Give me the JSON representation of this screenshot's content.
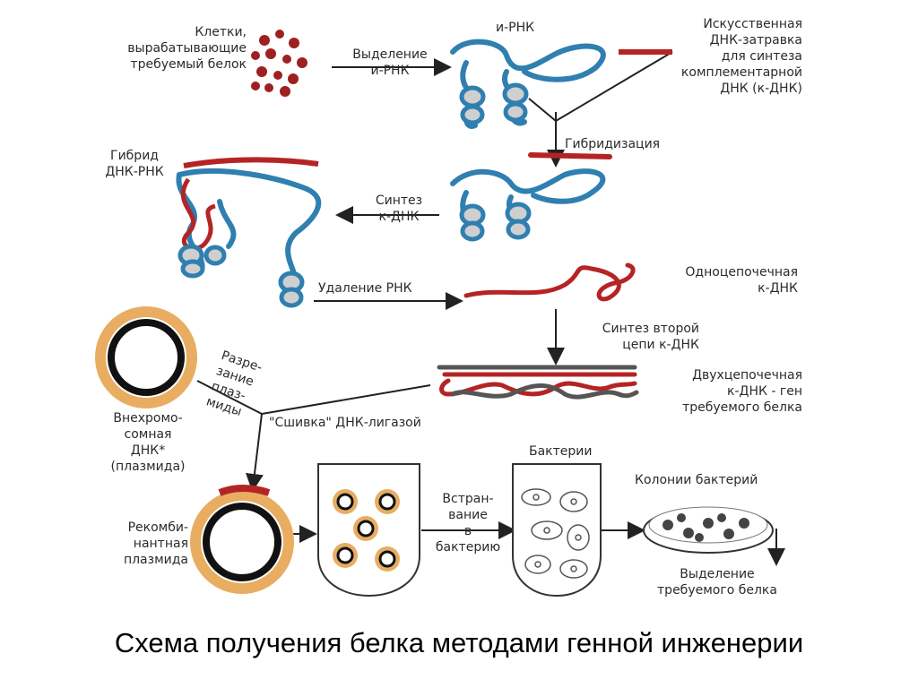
{
  "caption": "Схема получения белка методами генной инженерии",
  "labels": {
    "cells": "Клетки,\nвырабатывающие\nтребуемый белок",
    "isolation": "Выделение\nи-РНК",
    "mrna": "и-РНК",
    "primer": "Искусственная\nДНК-затравка\nдля синтеза\nкомплементарной\nДНК (к-ДНК)",
    "hybridization": "Гибридизация",
    "hybrid": "Гибрид\nДНК-РНК",
    "cdna_synthesis": "Синтез\nк-ДНК",
    "rna_removal": "Удаление РНК",
    "single_strand": "Одноцепочечная\nк-ДНК",
    "second_strand": "Синтез второй\nцепи к-ДНК",
    "double_strand": "Двухцепочечная\nк-ДНК - ген\nтребуемого белка",
    "cutting": "Разре-\nзание\nплаз-\nмиды",
    "ligase": "\"Сшивка\" ДНК-лигазой",
    "plasmid": "Внехромо-\nсомная\nДНК*\n(плазмида)",
    "recombinant": "Рекомби-\nнантная\nплазмида",
    "insertion": "Встран-\nвание\nв\nбактерию",
    "bacteria": "Бактерии",
    "colonies": "Колонии бактерий",
    "protein_isolation": "Выделение\nтребуемого белка"
  },
  "colors": {
    "rna": "#2f7fb0",
    "dna": "#b52424",
    "plasmid_ring": "#e8ad61",
    "arrow": "#222222"
  }
}
